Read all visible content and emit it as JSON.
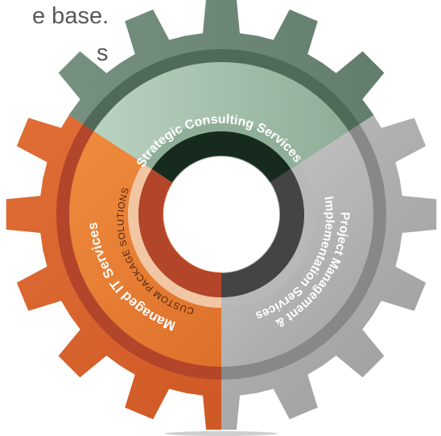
{
  "intro_text": {
    "line1": "e base.",
    "line2": "s"
  },
  "segments": {
    "top": {
      "label": "Strategic Consulting Services",
      "color": "#6f8876"
    },
    "right": {
      "line1": "Project Management &",
      "line2": "Implementation Services",
      "color": "#b4b4b4"
    },
    "left": {
      "label": "Managed IT Services",
      "color": "#d8622a"
    },
    "inner": {
      "label": "CUSTOM PACKAGE SOLUTIONS",
      "color": "#f2c6a2"
    }
  },
  "colors": {
    "hub_green": "#172a1e",
    "hub_gray": "#444444",
    "hub_orange": "#b3452a"
  }
}
